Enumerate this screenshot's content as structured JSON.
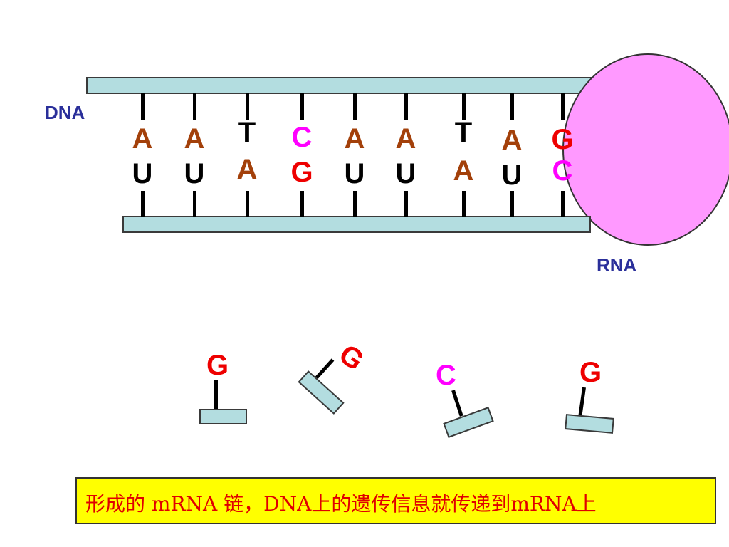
{
  "labels": {
    "dna": "DNA",
    "rna": "RNA"
  },
  "colors": {
    "A": "#a3400a",
    "U": "#000000",
    "T": "#000000",
    "C": "#ff00ff",
    "G": "#ee0000",
    "strand": "#b3dde0",
    "polymerase": "#ff99ff",
    "caption_bg": "#ffff00",
    "caption_text": "#e00000"
  },
  "base_pairs": [
    {
      "dna": "A",
      "rna": "U"
    },
    {
      "dna": "A",
      "rna": "U"
    },
    {
      "dna": "T",
      "rna": "A"
    },
    {
      "dna": "C",
      "rna": "G"
    },
    {
      "dna": "A",
      "rna": "U"
    },
    {
      "dna": "A",
      "rna": "U"
    },
    {
      "dna": "T",
      "rna": "A"
    },
    {
      "dna": "A",
      "rna": "U"
    },
    {
      "dna": "G",
      "rna": "C"
    }
  ],
  "free_nucleotides": [
    "G",
    "G",
    "C",
    "G"
  ],
  "caption": "形成的 mRNA  链，DNA上的遗传信息就传递到mRNA上"
}
